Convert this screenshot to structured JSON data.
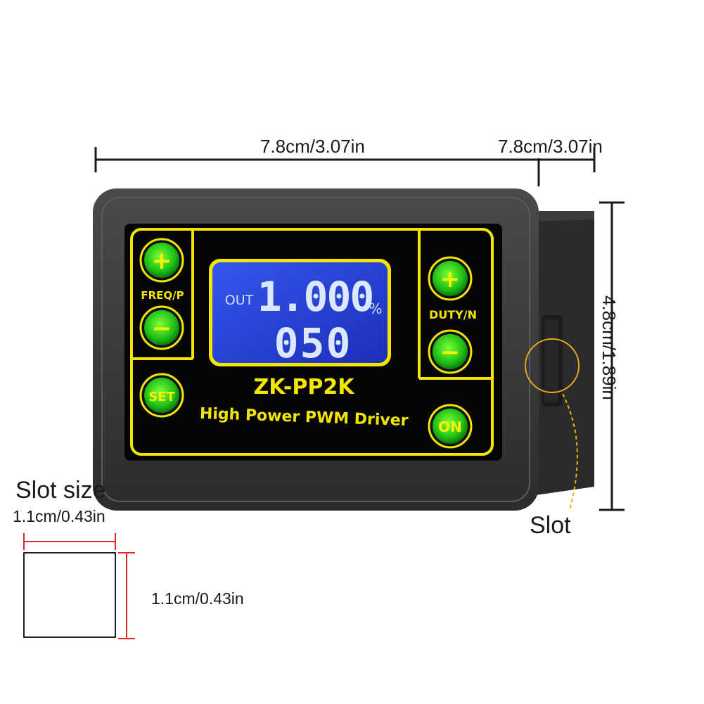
{
  "dimensions": {
    "width": "7.8cm/3.07in",
    "depth": "7.8cm/3.07in",
    "height": "4.8cm/1.89in"
  },
  "slot": {
    "title": "Slot size",
    "width": "1.1cm/0.43in",
    "height": "1.1cm/0.43in",
    "callout": "Slot"
  },
  "device": {
    "model": "ZK-PP2K",
    "subtitle": "High Power PWM Driver",
    "lcd": {
      "label": "OUT",
      "line1": "1.000",
      "unit": "%",
      "line2": "050"
    },
    "buttons": {
      "freq_plus": "+",
      "freq_minus": "−",
      "freq_label": "FREQ/P",
      "duty_plus": "+",
      "duty_minus": "−",
      "duty_label": "DUTY/N",
      "set": "SET",
      "on": "ON"
    }
  },
  "colors": {
    "housing": "#3a3a3c",
    "panel": "#050505",
    "accent_yellow": "#f2e600",
    "button_green": "#22c41c",
    "lcd_blue": "#2a3fd6",
    "dimension_red": "#e3262b"
  }
}
